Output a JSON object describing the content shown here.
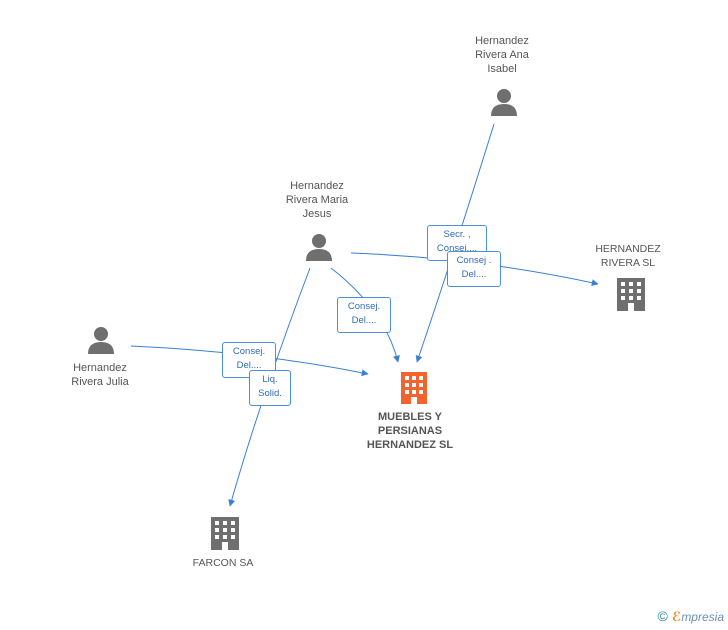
{
  "people": {
    "ana": {
      "name": "Hernandez\nRivera Ana\nIsabel"
    },
    "maria": {
      "name": "Hernandez\nRivera Maria\nJesus"
    },
    "julia": {
      "name": "Hernandez\nRivera Julia"
    }
  },
  "companies": {
    "muebles": {
      "name": "MUEBLES Y\nPERSIANAS\nHERNANDEZ SL",
      "color": "#f4622e"
    },
    "hernandez_rivera": {
      "name": "HERNANDEZ\nRIVERA SL",
      "color": "#6f6f6f"
    },
    "farcon": {
      "name": "FARCON SA",
      "color": "#6f6f6f"
    }
  },
  "relations": {
    "secr": "Secr. ,\nConsej....",
    "consej_del_top": "Consej .\nDel....",
    "consej_del_mid": "Consej.\nDel....",
    "consej_del_julia": "Consej.\nDel....",
    "liq_solid": "Liq.\nSolid."
  },
  "colors": {
    "edge": "#3a7fd5",
    "person_icon": "#6f6f6f"
  },
  "footer": {
    "copyright": "©",
    "brand_e": "ℰ",
    "brand_rest": "mpresia"
  }
}
